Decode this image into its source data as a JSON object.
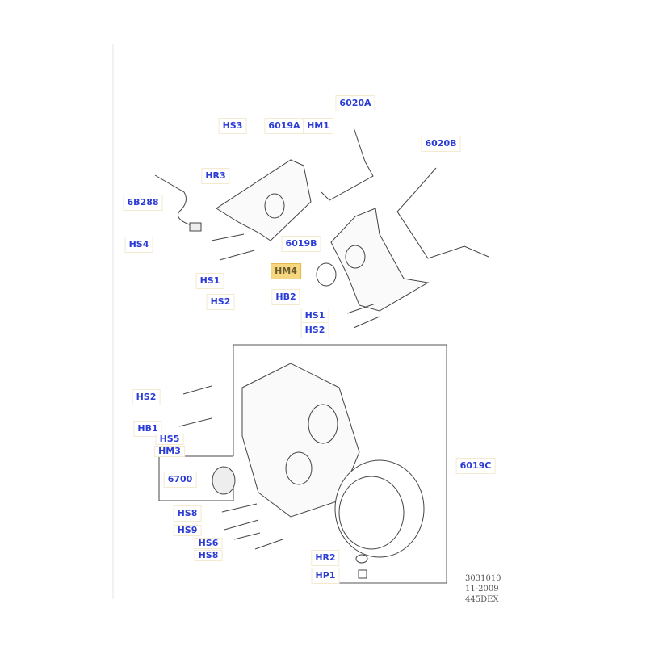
{
  "callouts": [
    {
      "id": "HS3",
      "highlight": false
    },
    {
      "id": "6019A",
      "highlight": false
    },
    {
      "id": "HM1",
      "highlight": false
    },
    {
      "id": "6020A",
      "highlight": false
    },
    {
      "id": "6020B",
      "highlight": false
    },
    {
      "id": "HR3",
      "highlight": false
    },
    {
      "id": "6B288",
      "highlight": false
    },
    {
      "id": "HS4",
      "highlight": false
    },
    {
      "id": "6019B",
      "highlight": false
    },
    {
      "id": "HM4",
      "highlight": true
    },
    {
      "id": "HS1",
      "highlight": false
    },
    {
      "id": "HS2",
      "highlight": false
    },
    {
      "id": "HB2",
      "highlight": false
    },
    {
      "id": "HS1",
      "highlight": false
    },
    {
      "id": "HS2",
      "highlight": false
    },
    {
      "id": "HS2",
      "highlight": false
    },
    {
      "id": "HB1",
      "highlight": false
    },
    {
      "id": "HS5",
      "highlight": false
    },
    {
      "id": "HM3",
      "highlight": false
    },
    {
      "id": "6700",
      "highlight": false
    },
    {
      "id": "6019C",
      "highlight": false
    },
    {
      "id": "HS8",
      "highlight": false
    },
    {
      "id": "HS9",
      "highlight": false
    },
    {
      "id": "HS6",
      "highlight": false
    },
    {
      "id": "HS8",
      "highlight": false
    },
    {
      "id": "HR2",
      "highlight": false
    },
    {
      "id": "HP1",
      "highlight": false
    }
  ],
  "stamp": {
    "line1": "3031010",
    "line2": "11-2009",
    "line3": "445DEX"
  },
  "colors": {
    "label": "#2a3bd6",
    "highlight": "#f6d67e"
  }
}
